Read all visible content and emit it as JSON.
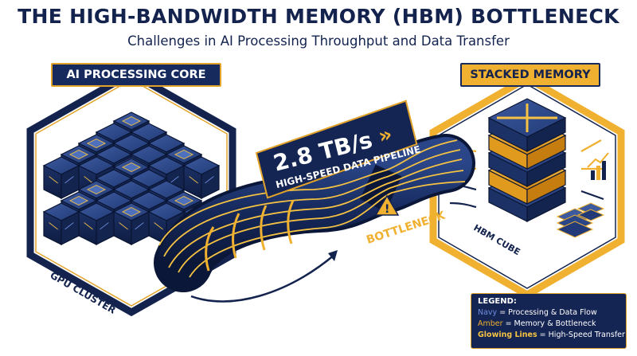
{
  "header": {
    "title": "THE HIGH-BANDWIDTH MEMORY (HBM) BOTTLENECK",
    "subtitle": "Challenges in AI Processing Throughput and Data Transfer"
  },
  "left_panel": {
    "banner": "AI PROCESSING CORE",
    "caption": "GPU CLUSTER"
  },
  "right_panel": {
    "banner": "STACKED MEMORY",
    "caption": "HBM CUBE"
  },
  "pipeline": {
    "rate": "2.8 TB/s",
    "rate_suffix": "»",
    "label": "HIGH-SPEED DATA PIPELINE",
    "warning_symbol": "!",
    "bottleneck_label": "BOTTLENECK"
  },
  "legend": {
    "title": "LEGEND:",
    "items": [
      {
        "key": "Navy",
        "text": " = Processing & Data Flow",
        "color": "#6f8ee0"
      },
      {
        "key": "Amber",
        "text": " = Memory & Bottleneck",
        "color": "#f0b030"
      },
      {
        "key": "Glowing Lines",
        "text": " = High-Speed Transfer",
        "color": "#f5c243"
      }
    ]
  },
  "colors": {
    "navy": "#172a5e",
    "navy_dark": "#0d1a3e",
    "amber": "#f0b030",
    "glow": "#f5c243",
    "background": "#ffffff"
  }
}
